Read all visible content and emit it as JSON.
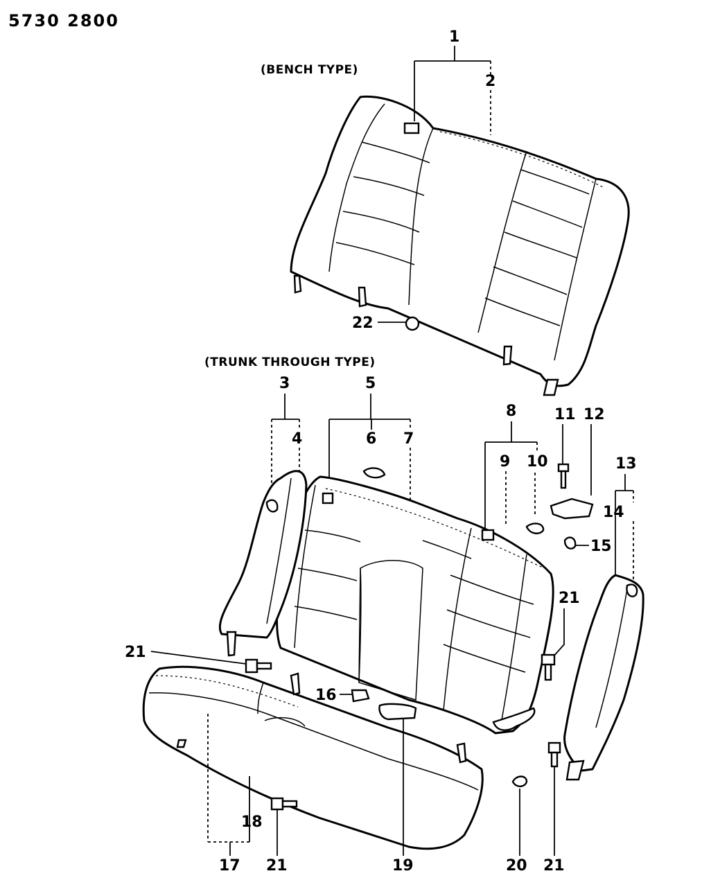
{
  "header": {
    "code": "5730  2800"
  },
  "captions": {
    "bench": "(BENCH TYPE)",
    "trunk": "(TRUNK THROUGH TYPE)"
  },
  "callouts": {
    "c1": "1",
    "c2": "2",
    "c3": "3",
    "c4": "4",
    "c5": "5",
    "c6": "6",
    "c7": "7",
    "c8": "8",
    "c9": "9",
    "c10": "10",
    "c11": "11",
    "c12": "12",
    "c13": "13",
    "c14": "14",
    "c15": "15",
    "c16": "16",
    "c17": "17",
    "c18": "18",
    "c19": "19",
    "c20": "20",
    "c21a": "21",
    "c21b": "21",
    "c21c": "21",
    "c21d": "21",
    "c22": "22"
  }
}
